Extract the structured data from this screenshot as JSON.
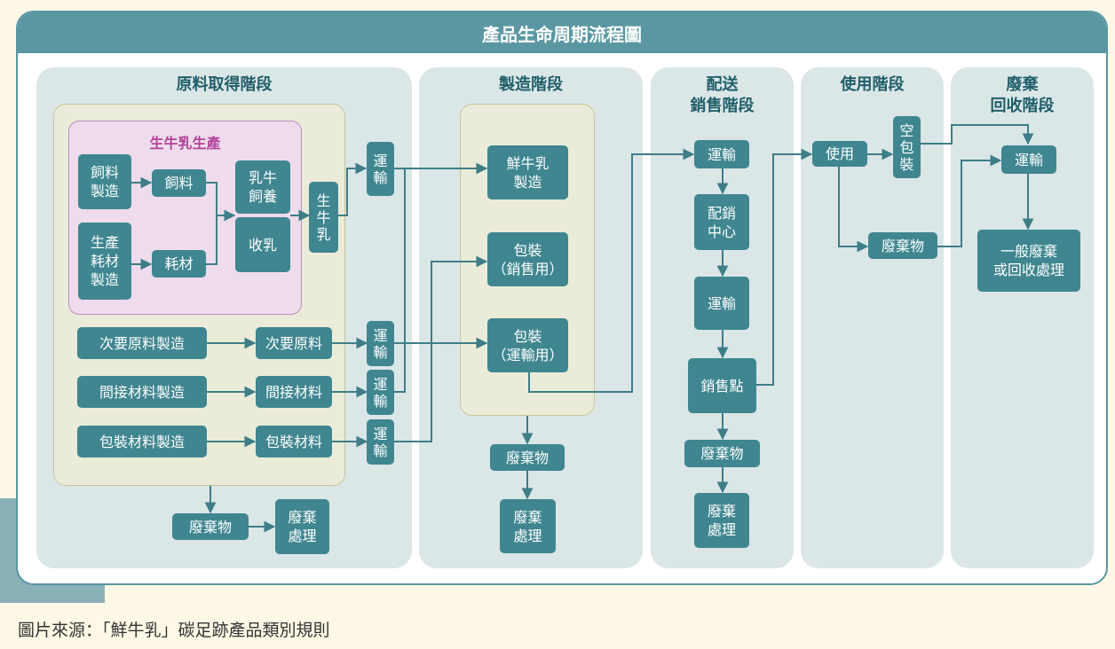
{
  "title": "產品生命周期流程圖",
  "source": "圖片來源：「鮮牛乳」碳足跡產品類別規則",
  "stages": {
    "raw": "原料取得階段",
    "manufacture": "製造階段",
    "distribution": "配送\n銷售階段",
    "use": "使用階段",
    "disposal": "廢棄\n回收階段"
  },
  "raw_milk_group": "生牛乳生產",
  "nodes": {
    "feed_mfg": "飼料\n製造",
    "feed": "飼料",
    "consumables_mfg": "生產\n耗材\n製造",
    "consumables": "耗材",
    "cow_raising": "乳牛\n飼養",
    "milking": "收乳",
    "raw_milk": "生\n牛\n乳",
    "transport_a": "運\n輸",
    "secondary_mfg": "次要原料製造",
    "secondary": "次要原料",
    "transport_b": "運\n輸",
    "indirect_mfg": "間接材料製造",
    "indirect": "間接材料",
    "transport_c": "運\n輸",
    "packaging_mfg": "包裝材料製造",
    "packaging": "包裝材料",
    "transport_d": "運\n輸",
    "raw_waste": "廢棄物",
    "raw_treatment": "廢棄\n處理",
    "fresh_milk_mfg": "鮮牛乳\n製造",
    "pack_sales": "包裝\n（銷售用）",
    "pack_transport": "包裝\n（運輸用）",
    "mfg_waste": "廢棄物",
    "mfg_treatment": "廢棄\n處理",
    "dist_transport1": "運輸",
    "dist_center": "配銷\n中心",
    "dist_transport2": "運輸",
    "point_of_sale": "銷售點",
    "dist_waste": "廢棄物",
    "dist_treatment": "廢棄\n處理",
    "use": "使用",
    "empty_pack": "空\n包\n裝",
    "use_waste": "廢棄物",
    "recycle_transport": "運輸",
    "general_waste": "一般廢棄\n或回收處理"
  },
  "colors": {
    "header": "#5a97a2",
    "node": "#3f8690",
    "panel": "#dbe6e7",
    "zone": "#eaecd9",
    "milk_zone": "#eedcec",
    "milk_title": "#b4429a",
    "stage_title": "#1f5f6a"
  }
}
